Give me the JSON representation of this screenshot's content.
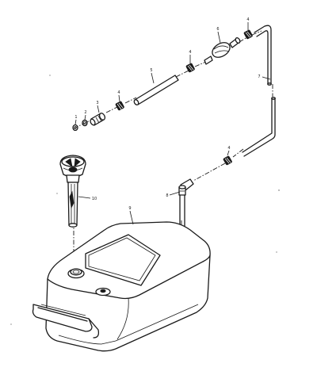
{
  "labels": {
    "p1": "1",
    "p2": "2",
    "p3": "3",
    "p4a": "4",
    "p4b": "4",
    "p4c": "4",
    "p4d": "4",
    "p5": "5",
    "p6": "6",
    "p7": "7",
    "p8": "8",
    "p9": "9",
    "p10": "10"
  },
  "colors": {
    "ink": "#1a1a1a",
    "paper": "#ffffff"
  }
}
